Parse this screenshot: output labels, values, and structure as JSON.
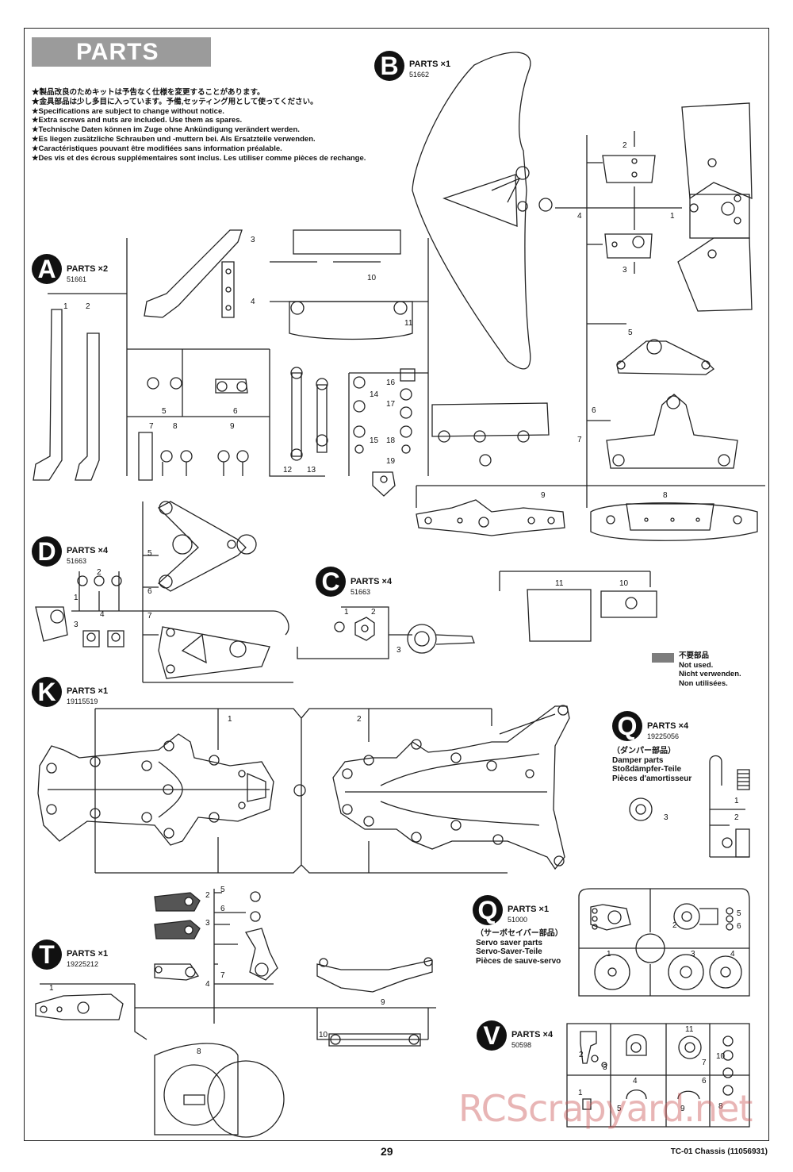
{
  "title": "PARTS",
  "notes": [
    "★製品改良のためキットは予告なく仕様を変更することがあります。",
    "★金具部品は少し多目に入っています。予備,セッティング用として使ってください。",
    "★Specifications are subject to change without notice.",
    "★Extra screws and nuts are included. Use them as spares.",
    "★Technische Daten können im Zuge ohne Ankündigung verändert werden.",
    "★Es liegen zusätzliche Schrauben und -muttern bei. Als Ersatzteile verwenden.",
    "★Caractéristiques pouvant être modifiées sans information préalable.",
    "★Des vis et des écrous supplémentaires sont inclus. Les utiliser comme pièces de rechange."
  ],
  "parts": {
    "A": {
      "letter": "A",
      "label": "PARTS ×2",
      "code": "51661"
    },
    "B": {
      "letter": "B",
      "label": "PARTS ×1",
      "code": "51662"
    },
    "C": {
      "letter": "C",
      "label": "PARTS ×4",
      "code": "51663"
    },
    "D": {
      "letter": "D",
      "label": "PARTS ×4",
      "code": "51663"
    },
    "K": {
      "letter": "K",
      "label": "PARTS ×1",
      "code": "19115519"
    },
    "Q1": {
      "letter": "Q",
      "label": "PARTS ×4",
      "code": "19225056"
    },
    "Q2": {
      "letter": "Q",
      "label": "PARTS ×1",
      "code": "51000"
    },
    "T": {
      "letter": "T",
      "label": "PARTS ×1",
      "code": "19225212"
    },
    "V": {
      "letter": "V",
      "label": "PARTS ×4",
      "code": "50598"
    }
  },
  "damper_note": [
    "（ダンパー部品）",
    "Damper parts",
    "Stoßdämpfer-Teile",
    "Pièces d'amortisseur"
  ],
  "servo_note": [
    "（サーボセイバー部品）",
    "Servo saver parts",
    "Servo-Saver-Teile",
    "Pièces de sauve-servo"
  ],
  "legend": [
    "不要部品",
    "Not used.",
    "Nicht verwenden.",
    "Non utilisées."
  ],
  "page_number": "29",
  "footer": "TC-01 Chassis (11056931)",
  "watermark": "RCScrapyard.net",
  "numbers": {
    "a1": "1",
    "a2": "2",
    "a3": "3",
    "a4": "4",
    "a5": "5",
    "a6": "6",
    "a7": "7",
    "a8": "8",
    "a9": "9",
    "a10": "10",
    "a11": "11",
    "a12": "12",
    "a13": "13",
    "a14": "14",
    "a15": "15",
    "a16": "16",
    "a17": "17",
    "a18": "18",
    "a19": "19",
    "b1": "1",
    "b2": "2",
    "b3": "3",
    "b4": "4",
    "b5": "5",
    "b6": "6",
    "b7": "7",
    "b8": "8",
    "b9": "9",
    "b10": "10",
    "b11": "11",
    "c1": "1",
    "c2": "2",
    "c3": "3",
    "d1": "1",
    "d2": "2",
    "d3": "3",
    "d4": "4",
    "d5": "5",
    "d6": "6",
    "d7": "7",
    "k1": "1",
    "k2": "2",
    "q1": "1",
    "q2": "2",
    "q3": "3",
    "s1": "1",
    "s2": "2",
    "s3": "3",
    "s4": "4",
    "s5": "5",
    "s6": "6",
    "t1": "1",
    "t2": "2",
    "t3": "3",
    "t4": "4",
    "t5": "5",
    "t6": "6",
    "t7": "7",
    "t8": "8",
    "t9": "9",
    "t10": "10",
    "v1": "1",
    "v2": "2",
    "v3": "3",
    "v4": "4",
    "v5": "5",
    "v6": "6",
    "v7": "7",
    "v8": "8",
    "v9": "9",
    "v10": "10",
    "v11": "11"
  }
}
